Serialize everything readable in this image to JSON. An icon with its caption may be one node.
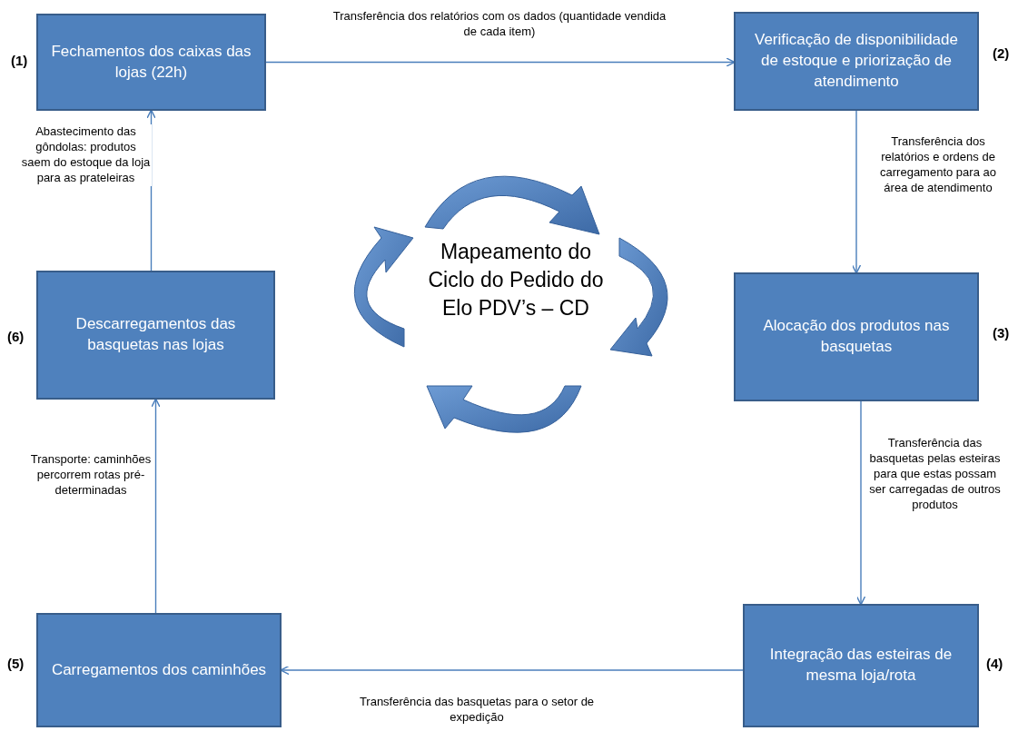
{
  "diagram": {
    "nodes": [
      {
        "text": [
          "Fechamentos dos caixas das lojas (22h)"
        ],
        "beside": [
          "(1)"
        ]
      },
      {
        "text": [
          "Verificação de disponibilidade de estoque e priorização de atendimento"
        ],
        "beside": [
          "(2)"
        ]
      },
      {
        "text": [
          "Alocação dos produtos nas basquetas"
        ],
        "beside": [
          "(3)"
        ]
      },
      {
        "text": [
          "Integração das esteiras de mesma loja/rota"
        ],
        "beside": [
          "(4)"
        ]
      },
      {
        "text": [
          "Carregamentos dos caminhões"
        ],
        "beside": [
          "(5)"
        ]
      },
      {
        "text": [
          "Descarregamentos das basquetas nas lojas"
        ],
        "beside": [
          "(6)"
        ]
      }
    ],
    "edges": [
      {
        "from": 0,
        "to": 1,
        "arrow": "to",
        "label": "Transferência dos relatórios com os dados (quantidade vendida de cada item)"
      },
      {
        "from": 1,
        "to": 2,
        "arrow": "to",
        "label": "Transferência dos relatórios e ordens de carregamento para ao área de atendimento"
      },
      {
        "from": 2,
        "to": 3,
        "arrow": "to",
        "label": "Transferência das basquetas pelas esteiras para que estas possam ser carregadas de outros produtos"
      },
      {
        "from": 3,
        "to": 4,
        "arrow": "to",
        "label": "Transferência das basquetas para o setor de expedição"
      },
      {
        "from": 4,
        "to": 5,
        "arrow": "to",
        "label": "Transporte: caminhões percorrem rotas pré-determinadas"
      },
      {
        "from": 5,
        "to": 0,
        "arrow": "to",
        "label": "Abastecimento das gôndolas: produtos saem do estoque da loja para as prateleiras"
      }
    ],
    "labels": [
      "Mapeamento do Ciclo do Pedido do Elo PDV’s – CD"
    ]
  }
}
